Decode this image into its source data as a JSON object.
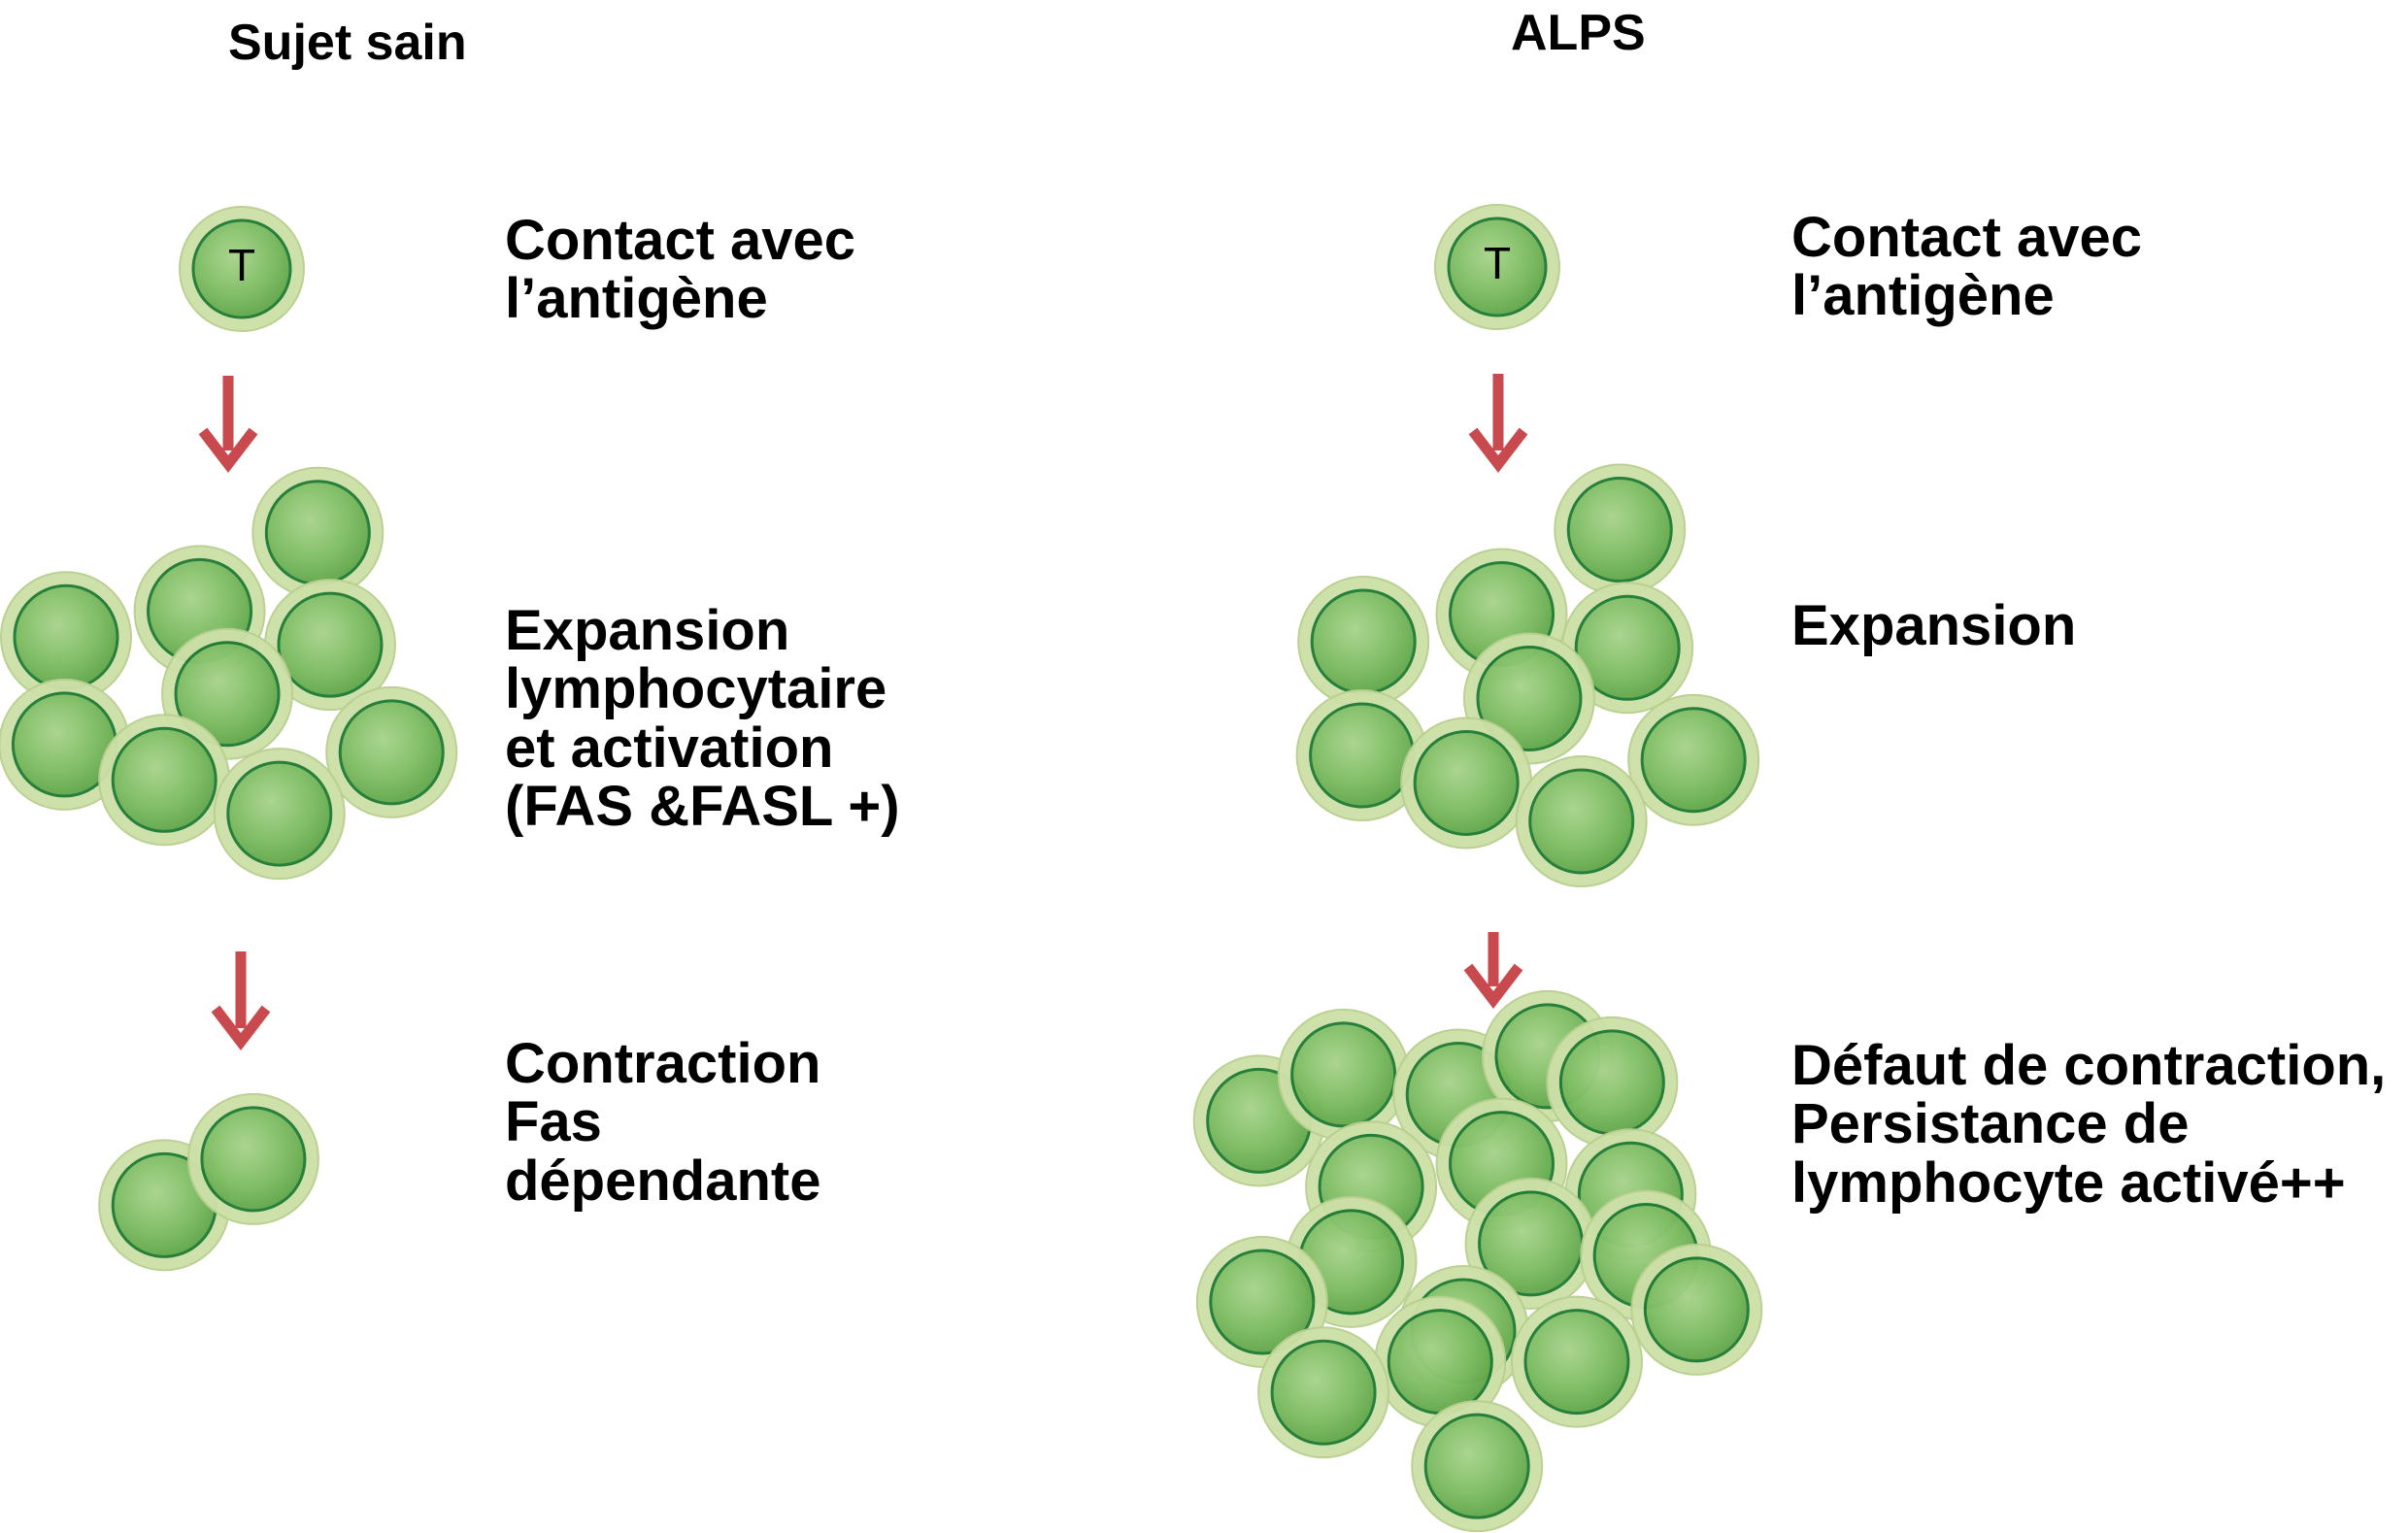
{
  "colors": {
    "cell_halo": "#cde0a8",
    "cell_halo_edge": "#b9cf8e",
    "cell_body_light": "#a8d48c",
    "cell_body": "#7dbc62",
    "cell_body_dark": "#5ea447",
    "cell_outline": "#1f7a35",
    "arrow": "#c84a4e"
  },
  "headers": {
    "healthy": "Sujet sain",
    "alps": "ALPS"
  },
  "cell_marker": "T",
  "healthy": {
    "step1": "Contact avec\nl’antigène",
    "step2": "Expansion\nlymphocytaire\net activation\n(FAS &FASL +)",
    "step3": "Contraction\nFas\ndépendante"
  },
  "alps": {
    "step1": "Contact avec\nl’antigène",
    "step2": "Expansion",
    "step3": "Défaut de contraction,\nPersistance de\nlymphocyte activé++"
  }
}
